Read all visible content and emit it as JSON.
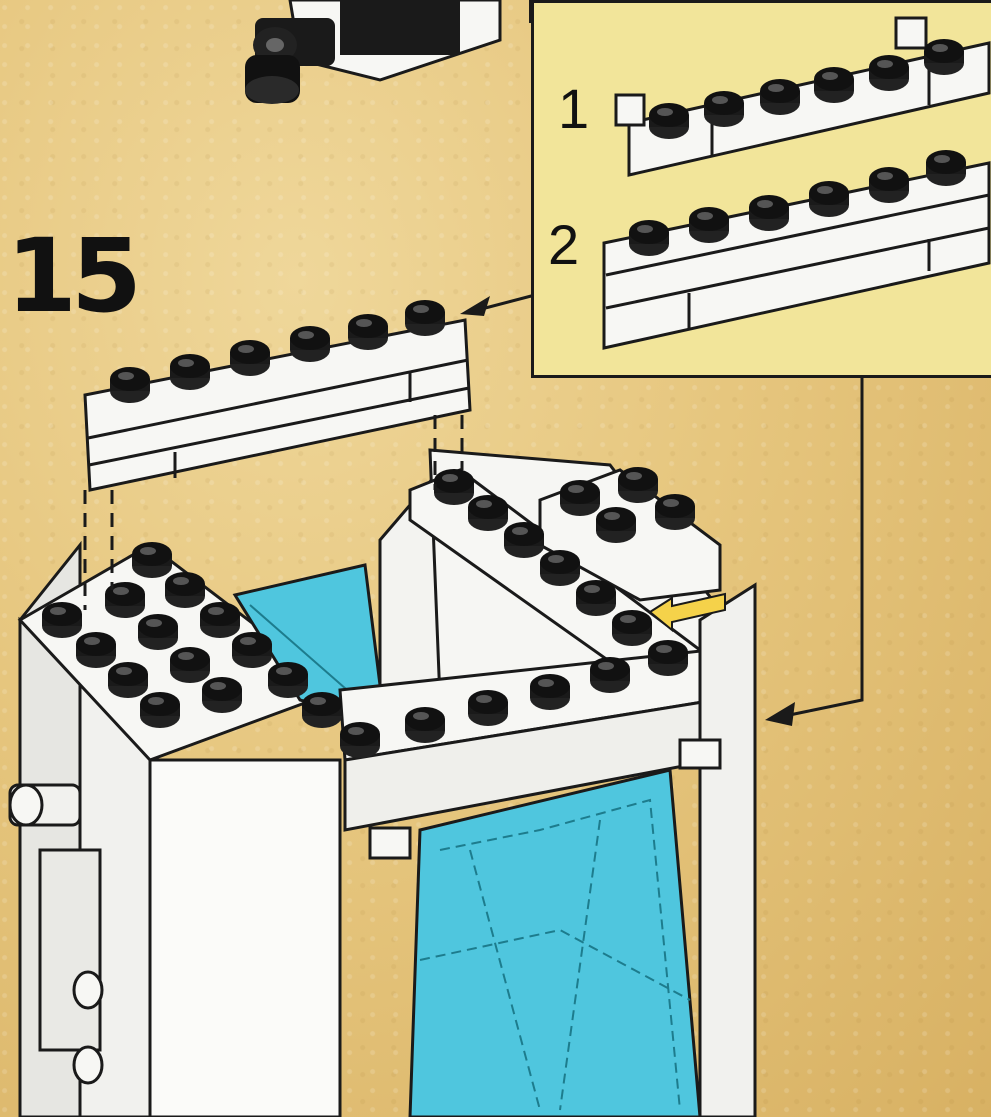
{
  "step": {
    "number": "15"
  },
  "callout": {
    "items": [
      {
        "label": "1"
      },
      {
        "label": "2"
      }
    ]
  },
  "colors": {
    "background_sand": "#e6c67e",
    "callout_fill": "#f2e59a",
    "brick_white": "#f7f7f4",
    "brick_outline": "#1a1a1a",
    "glass_blue": "#4fc6de",
    "arrow_yellow": "#f5d24a"
  }
}
